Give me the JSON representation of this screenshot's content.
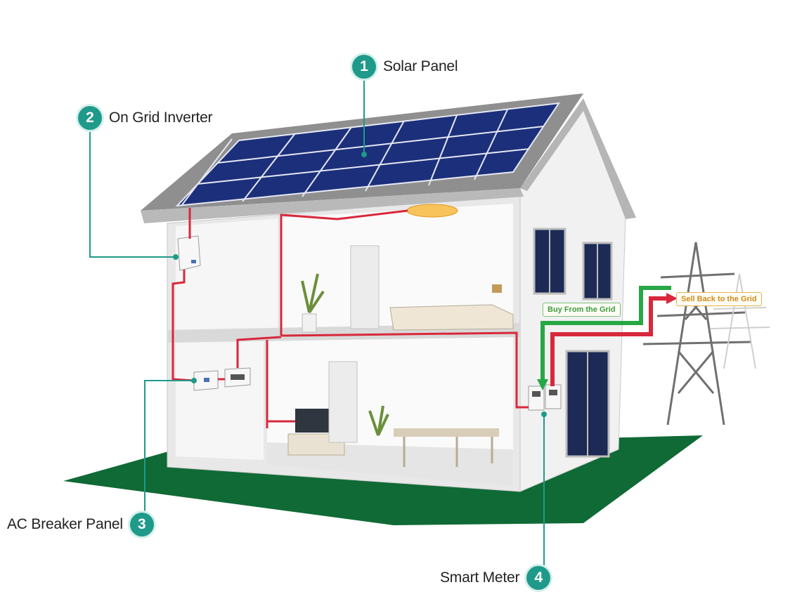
{
  "callouts": [
    {
      "number": "1",
      "label": "Solar Panel"
    },
    {
      "number": "2",
      "label": "On Grid Inverter"
    },
    {
      "number": "3",
      "label": "AC Breaker Panel"
    },
    {
      "number": "4",
      "label": "Smart Meter"
    }
  ],
  "flows": {
    "buy_label": "Buy From the Grid",
    "sell_label": "Sell Back to the Grid"
  },
  "colors": {
    "accent": "#1f9a8a",
    "grass": "#0f6a35",
    "panel": "#1c2f7a",
    "wire": "#d8283b",
    "buy_arrow": "#28a745",
    "sell_arrow": "#d8283b"
  }
}
